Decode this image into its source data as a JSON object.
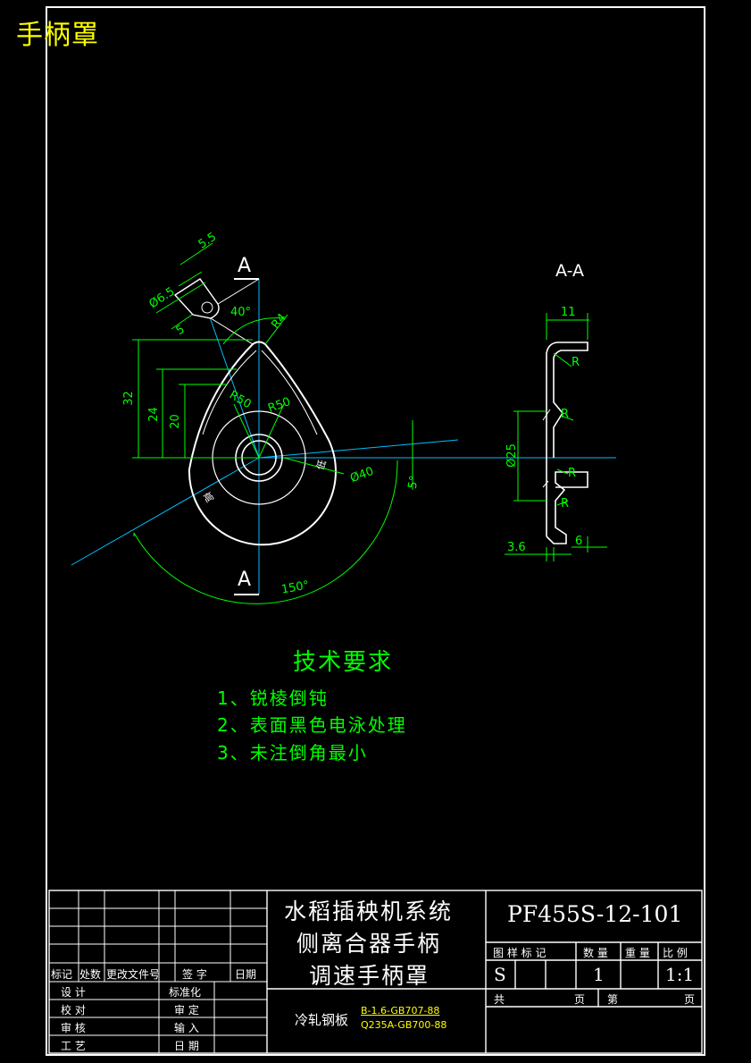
{
  "drawing_title": "手柄罩",
  "views": {
    "section_marker": "A",
    "section_view_label": "A-A"
  },
  "dimensions": {
    "slot_width": "5.5",
    "slot_hole": "Ø6.5",
    "slot_depth": "5",
    "slot_angle": "40°",
    "tip_radius": "R4",
    "height_32": "32",
    "height_24": "24",
    "height_20": "20",
    "arc_left": "R50",
    "arc_right": "R50",
    "circle_dia": "Ø40",
    "small_angle": "5°",
    "sweep_angle": "150°",
    "inner_dia": "Ø25",
    "top_width": "11",
    "bottom_left": "3.6",
    "bottom_right": "6",
    "fillet": "R",
    "text_gao": "高",
    "text_di": "低"
  },
  "technical_requirements": {
    "title": "技术要求",
    "items": [
      "1、锐棱倒钝",
      "2、表面黑色电泳处理",
      "3、未注倒角最小"
    ]
  },
  "title_block": {
    "name_lines": [
      "水稻插秧机系统",
      "侧离合器手柄",
      "调速手柄罩"
    ],
    "drawing_number": "PF455S-12-101",
    "header_cols": [
      "图 样 标 记",
      "数 量",
      "重 量",
      "比 例"
    ],
    "mark_value": "S",
    "quantity": "1",
    "scale": "1:1",
    "sheet_row": [
      "共",
      "页",
      "第",
      "页"
    ],
    "revision_header": [
      "标记",
      "处数",
      "更改文件号",
      "签  字",
      "日期"
    ],
    "roles_left": [
      "设 计",
      "校 对",
      "审 核",
      "工 艺"
    ],
    "roles_right": [
      "标准化",
      "审 定",
      "输 入",
      "日 期"
    ],
    "material": "冷轧钢板",
    "material_spec_1": "B-1.6-GB707-88",
    "material_spec_2": "Q235A-GB700-88"
  },
  "colors": {
    "background": "#000000",
    "outline": "#ffffff",
    "dimension": "#00ff00",
    "centerline": "#00bfff",
    "title": "#ffff00"
  }
}
